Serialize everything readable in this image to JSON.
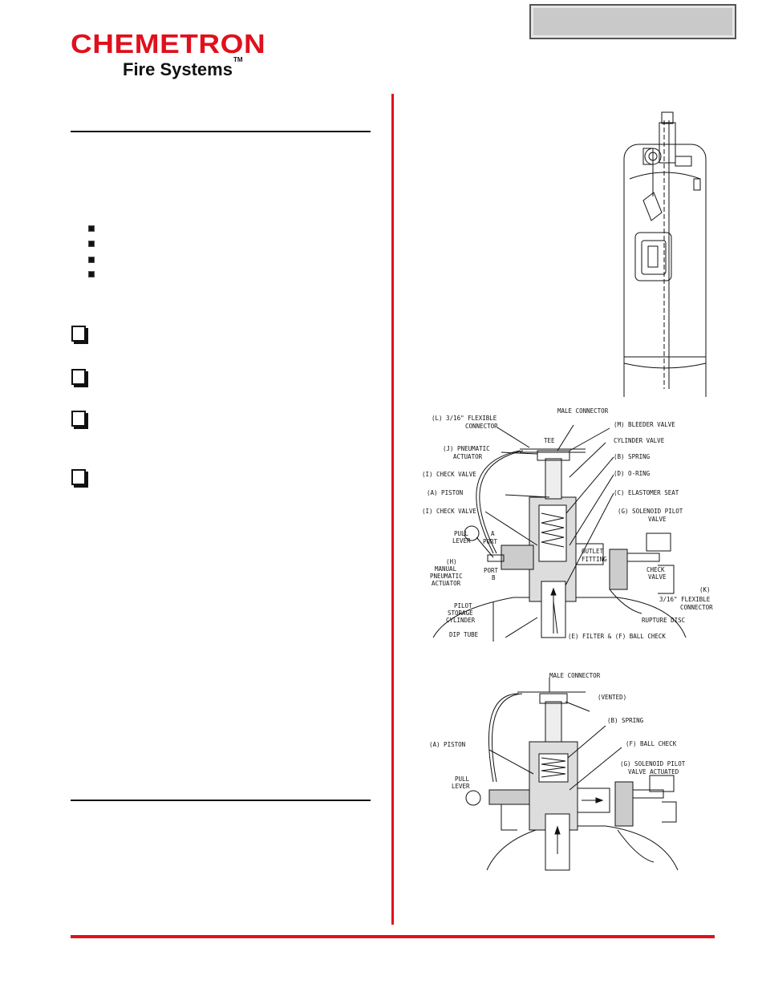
{
  "brand": {
    "name": "CHEMETRON",
    "subtitle": "Fire Systems",
    "trademark": "TM",
    "color": "#e0101d"
  },
  "diagram1": {
    "labels": {
      "male_connector": "MALE CONNECTOR",
      "flex_connector_l1": "(L) 3/16\" FLEXIBLE",
      "flex_connector_l2": "CONNECTOR",
      "bleeder_valve": "(M) BLEEDER VALVE",
      "tee": "TEE",
      "cylinder_valve": "CYLINDER VALVE",
      "pneumatic_actuator_l1": "(J) PNEUMATIC",
      "pneumatic_actuator_l2": "ACTUATOR",
      "spring": "(B) SPRING",
      "check_valve_i1": "(I) CHECK VALVE",
      "o_ring": "(D) O-RING",
      "piston": "(A) PISTON",
      "elastomer_seat": "(C) ELASTOMER SEAT",
      "check_valve_i2": "(I) CHECK VALVE",
      "solenoid_l1": "(G) SOLENOID PILOT",
      "solenoid_l2": "VALVE",
      "pull_lever_l1": "PULL",
      "pull_lever_l2": "LEVER",
      "port_a_l1": "A",
      "port_a_l2": "PORT",
      "outlet_l1": "OUTLET",
      "outlet_l2": "FITTING",
      "manual_l1": "(H)",
      "manual_l2": "MANUAL",
      "manual_l3": "PNEUMATIC",
      "manual_l4": "ACTUATOR",
      "port_b_l1": "PORT",
      "port_b_l2": "B",
      "check_valve_l1": "CHECK",
      "check_valve_l2": "VALVE",
      "k_label": "(K)",
      "flex_k_l1": "3/16\" FLEXIBLE",
      "flex_k_l2": "CONNECTOR",
      "pilot_l1": "PILOT",
      "pilot_l2": "STORAGE",
      "pilot_l3": "CYLINDER",
      "rupture_disc": "RUPTURE DISC",
      "dip_tube": "DIP TUBE",
      "filter_ball_check": "(E) FILTER & (F) BALL CHECK"
    }
  },
  "diagram2": {
    "labels": {
      "male_connector": "MALE CONNECTOR",
      "vented": "(VENTED)",
      "spring": "(B) SPRING",
      "piston": "(A) PISTON",
      "ball_check": "(F) BALL CHECK",
      "solenoid_l1": "(G) SOLENOID PILOT",
      "solenoid_l2": "VALVE ACTUATED",
      "pull_lever_l1": "PULL",
      "pull_lever_l2": "LEVER"
    }
  }
}
